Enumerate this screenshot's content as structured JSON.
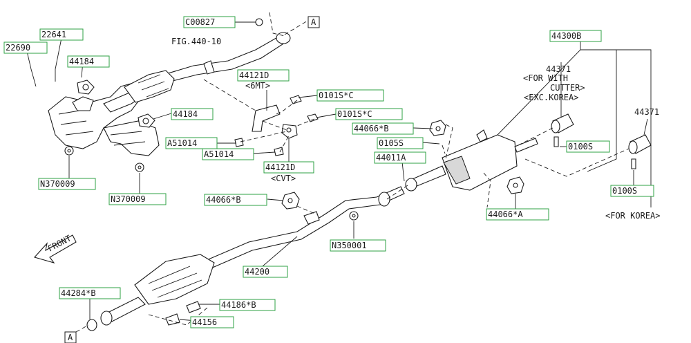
{
  "colors": {
    "label_border": "#2ea043",
    "ink": "#1a1a1a",
    "background": "#ffffff"
  },
  "labels": {
    "c00827": "C00827",
    "p22641": "22641",
    "p22690": "22690",
    "p44184_top": "44184",
    "p44184_mid": "44184",
    "n370009_left": "N370009",
    "n370009_right": "N370009",
    "p44121d_6mt": "44121D",
    "p0101sc_top": "0101S*C",
    "p0101sc_mid": "0101S*C",
    "a51014_left": "A51014",
    "a51014_right": "A51014",
    "p44121d_cvt": "44121D",
    "p44066b_top": "44066*B",
    "p0105s": "0105S",
    "p44011a": "44011A",
    "p44066b_left": "44066*B",
    "n350001": "N350001",
    "p44066a": "44066*A",
    "p44200": "44200",
    "p44284b": "44284*B",
    "p44186b": "44186*B",
    "p44156": "44156",
    "p44300b": "44300B",
    "p0100s_top": "0100S",
    "p0100s_korea": "0100S"
  },
  "notes": {
    "fig_ref": "FIG.440-10",
    "note_6mt": "<6MT>",
    "note_cvt": "<CVT>",
    "p44371_a": "44371",
    "note_for_with": "<FOR WITH",
    "note_cutter": "CUTTER>",
    "note_exc_korea": "<EXC.KOREA>",
    "p44371_b": "44371",
    "note_for_korea": "<FOR KOREA>",
    "front": "FRONT",
    "marker_a": "A"
  }
}
